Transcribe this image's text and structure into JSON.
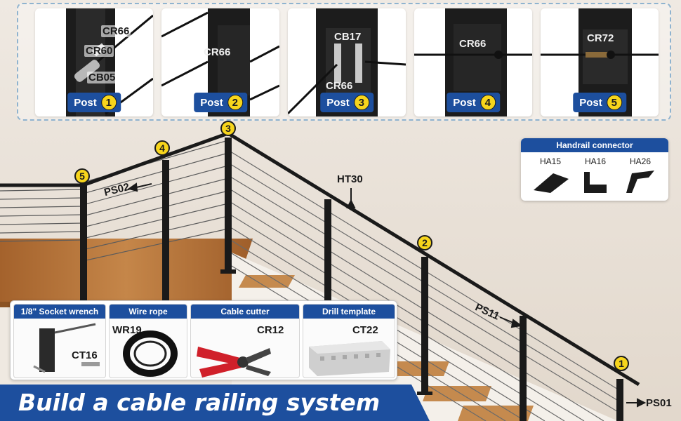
{
  "posts": [
    {
      "label": "Post",
      "number": "1",
      "parts": [
        "CR66",
        "CR60",
        "CB05"
      ]
    },
    {
      "label": "Post",
      "number": "2",
      "parts": [
        "CR66"
      ]
    },
    {
      "label": "Post",
      "number": "3",
      "parts": [
        "CB17",
        "CR66"
      ]
    },
    {
      "label": "Post",
      "number": "4",
      "parts": [
        "CR66"
      ]
    },
    {
      "label": "Post",
      "number": "5",
      "parts": [
        "CR72"
      ]
    }
  ],
  "scene": {
    "markers": [
      "1",
      "2",
      "3",
      "4",
      "5"
    ],
    "codes": {
      "top_rail": "HT30",
      "post_mid": "PS11",
      "post_top": "PS02",
      "post_start": "PS01"
    }
  },
  "handrail_connector": {
    "title": "Handrail connector",
    "items": [
      "HA15",
      "HA16",
      "HA26"
    ]
  },
  "tools": [
    {
      "title": "1/8\" Socket wrench",
      "code": "CT16"
    },
    {
      "title": "Wire rope",
      "code": "WR19"
    },
    {
      "title": "Cable cutter",
      "code": "CR12"
    },
    {
      "title": "Drill template",
      "code": "CT22"
    }
  ],
  "banner": {
    "headline": "Build a cable railing system"
  },
  "colors": {
    "brand_blue": "#1d4f9e",
    "marker_yellow": "#f7d51c",
    "post_black": "#1a1a1a",
    "wood": "#b9783f"
  }
}
